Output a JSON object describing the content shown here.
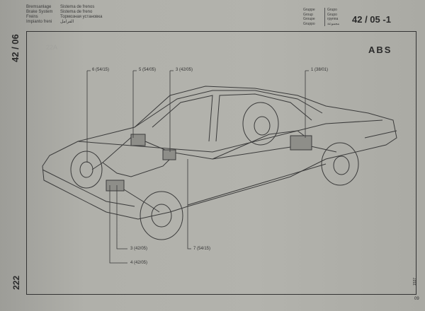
{
  "header": {
    "left": [
      [
        "Bremsanlage",
        "Sistema de frenos"
      ],
      [
        "Brake System",
        "Sistema de freno"
      ],
      [
        "Freins",
        "Тормозная установка"
      ],
      [
        "Impianto freni",
        "الفرامل"
      ]
    ],
    "group_labels": [
      [
        "Gruppe",
        "Grupo"
      ],
      [
        "Group",
        "Grupo"
      ],
      [
        "Groupe",
        "группа"
      ],
      [
        "Gruppo",
        "مجموعة"
      ]
    ],
    "page_code": "42 / 05 -1"
  },
  "side": {
    "top": "42 / 06",
    "bottom": "222",
    "figure_no": "1537"
  },
  "diagram": {
    "title": "ABS",
    "faded_ref": "22A",
    "callouts": [
      "6  (54/15)",
      "5  (54/05)",
      "3  (42/05)",
      "1  (38/01)",
      "3  (42/05)",
      "7  (54/15)",
      "4  (42/05)"
    ]
  },
  "footer": {
    "page_number": "09"
  }
}
